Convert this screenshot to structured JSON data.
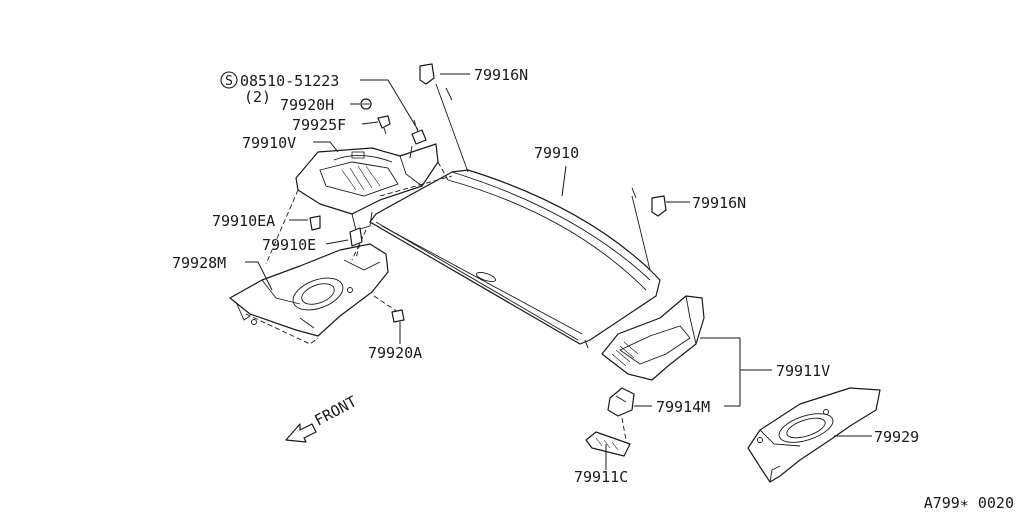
{
  "labels": {
    "screw": "08510-51223",
    "screw_qty": "(2)",
    "clip_h": "79920H",
    "clip_f": "79925F",
    "finisher_v": "79910V",
    "fastener_ea": "79910EA",
    "fastener_e": "79910E",
    "speaker_m": "79928M",
    "clip_a": "79920A",
    "shelf": "79910",
    "hook_top": "79916N",
    "hook_right": "79916N",
    "finisher_rv": "79911V",
    "bracket_m": "79914M",
    "cover_c": "79911C",
    "speaker_r": "79929",
    "front": "FRONT",
    "diagram_code": "A799∗ 0020"
  },
  "symbols": {
    "screw_marker": "S"
  }
}
